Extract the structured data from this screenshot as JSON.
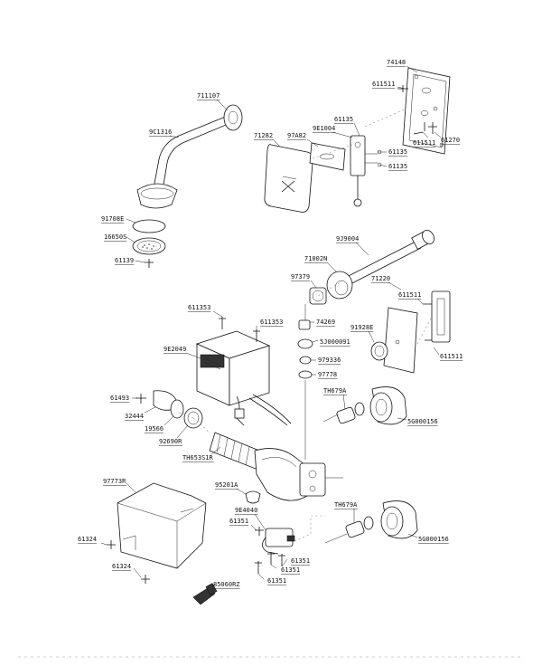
{
  "parts": [
    {
      "label": "74148"
    },
    {
      "label": "611511"
    },
    {
      "label": "711107"
    },
    {
      "label": "9C1316"
    },
    {
      "label": "61135"
    },
    {
      "label": "71282"
    },
    {
      "label": "97A82"
    },
    {
      "label": "9E1004"
    },
    {
      "label": "61135"
    },
    {
      "label": "61135"
    },
    {
      "label": "611511"
    },
    {
      "label": "61270"
    },
    {
      "label": "91708E"
    },
    {
      "label": "16650S"
    },
    {
      "label": "61139"
    },
    {
      "label": "9J9004"
    },
    {
      "label": "71002N"
    },
    {
      "label": "97379"
    },
    {
      "label": "71220"
    },
    {
      "label": "611511"
    },
    {
      "label": "611353"
    },
    {
      "label": "611353"
    },
    {
      "label": "74269"
    },
    {
      "label": "91928E"
    },
    {
      "label": "5J000091"
    },
    {
      "label": "9E2049"
    },
    {
      "label": "611511"
    },
    {
      "label": "979336"
    },
    {
      "label": "97778"
    },
    {
      "label": "61493"
    },
    {
      "label": "TH679A"
    },
    {
      "label": "32444"
    },
    {
      "label": "5G000156"
    },
    {
      "label": "19566"
    },
    {
      "label": "92690R"
    },
    {
      "label": "TH653S1R"
    },
    {
      "label": "97773R"
    },
    {
      "label": "95201A"
    },
    {
      "label": "9E4040"
    },
    {
      "label": "61351"
    },
    {
      "label": "TH679A"
    },
    {
      "label": "5G000156"
    },
    {
      "label": "61324"
    },
    {
      "label": "61324"
    },
    {
      "label": "61351"
    },
    {
      "label": "61351"
    },
    {
      "label": "61351"
    },
    {
      "label": "85060RZ"
    }
  ]
}
